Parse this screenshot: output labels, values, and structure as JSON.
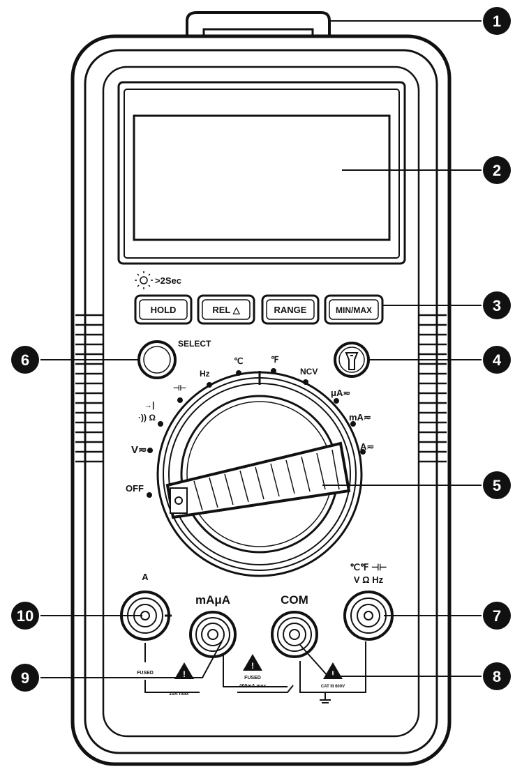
{
  "device": {
    "backlight_hint": ">2Sec",
    "buttons": {
      "hold": "HOLD",
      "rel": "REL △",
      "range": "RANGE",
      "minmax": "MIN/MAX"
    },
    "select_label": "SELECT",
    "dial": {
      "off": "OFF",
      "v_ac_dc": "V≂",
      "ohm": "·)) Ω",
      "diode": "→|",
      "capacitor": "⊣⊢",
      "hz": "Hz",
      "celsius": "℃",
      "fahrenheit": "℉",
      "ncv": "NCV",
      "ua": "μA≂",
      "ma": "mA≂",
      "a": "A≂"
    },
    "jacks": {
      "a_label": "A",
      "ma_ua_label": "mAμA",
      "com_label": "COM",
      "v_label_top": "℃℉ ⊣⊢",
      "v_label_bottom": "V Ω Hz",
      "fused": "FUSED",
      "fused2": "FUSED",
      "a_max": "10A max",
      "ma_max": "400mA max",
      "v_max": "CAT III 600V"
    }
  },
  "callouts": [
    "1",
    "2",
    "3",
    "4",
    "5",
    "6",
    "7",
    "8",
    "9",
    "10"
  ]
}
